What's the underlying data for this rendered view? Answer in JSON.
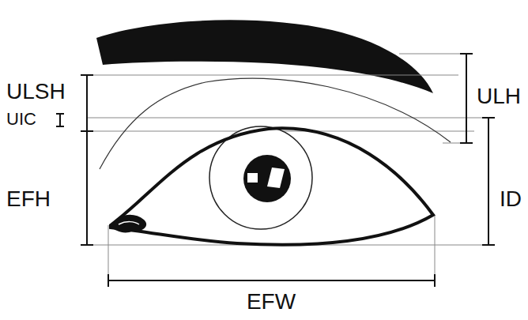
{
  "diagram": {
    "labels": [
      "ULSH",
      "UIC",
      "EFH",
      "ULH",
      "ID",
      "EFW"
    ]
  }
}
